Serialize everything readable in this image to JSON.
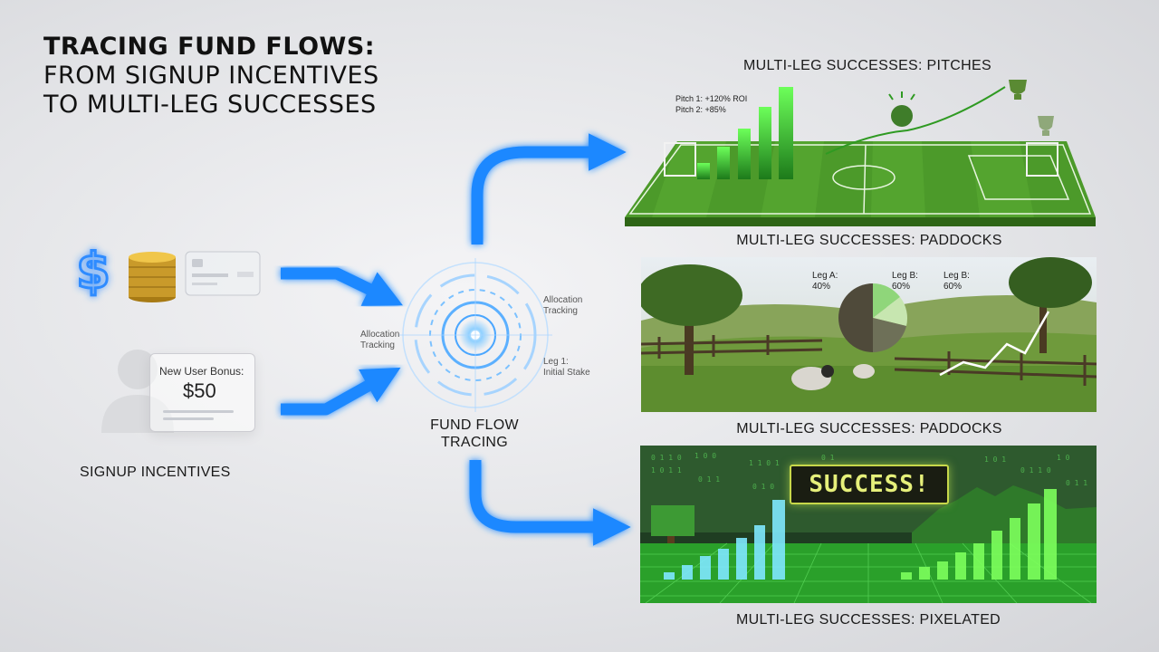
{
  "title": {
    "line1": "TRACING FUND FLOWS:",
    "line2": "FROM SIGNUP INCENTIVES",
    "line3": "TO MULTI-LEG SUCCESSES"
  },
  "signup": {
    "label": "SIGNUP INCENTIVES",
    "bonus_title": "New User Bonus:",
    "bonus_amount": "$50",
    "dollar_symbol": "$"
  },
  "tracer": {
    "label_line1": "FUND FLOW",
    "label_line2": "TRACING",
    "left_note_1": "Allocation",
    "left_note_2": "Tracking",
    "right_note_1": "Allocation",
    "right_note_2": "Tracking",
    "leg_note_1": "Leg 1:",
    "leg_note_2": "Initial Stake"
  },
  "pitches": {
    "heading": "MULTI-LEG SUCCESSES: PITCHES",
    "stat1": "Pitch 1: +120% ROI",
    "stat2": "Pitch 2: +85%"
  },
  "paddocks": {
    "heading_top": "MULTI-LEG SUCCESSES: PADDOCKS",
    "heading_bottom": "MULTI-LEG SUCCESSES: PADDOCKS",
    "legs": [
      {
        "name": "Leg A:",
        "value": "40%"
      },
      {
        "name": "Leg B:",
        "value": "60%"
      },
      {
        "name": "Leg B:",
        "value": "60%"
      }
    ]
  },
  "pixelated": {
    "banner": "SUCCESS!",
    "heading": "MULTI-LEG SUCCESSES: PIXELATED"
  },
  "colors": {
    "flow_blue": "#1e88ff",
    "pitch_green": "#4c9a2a",
    "bar_green": "#3ddc3d",
    "pixel_cyan": "#7fe8ff"
  },
  "icons": [
    "dollar-icon",
    "coin-stack-icon",
    "credit-card-icon",
    "user-icon",
    "target-icon",
    "trophy-icon",
    "fist-icon"
  ]
}
